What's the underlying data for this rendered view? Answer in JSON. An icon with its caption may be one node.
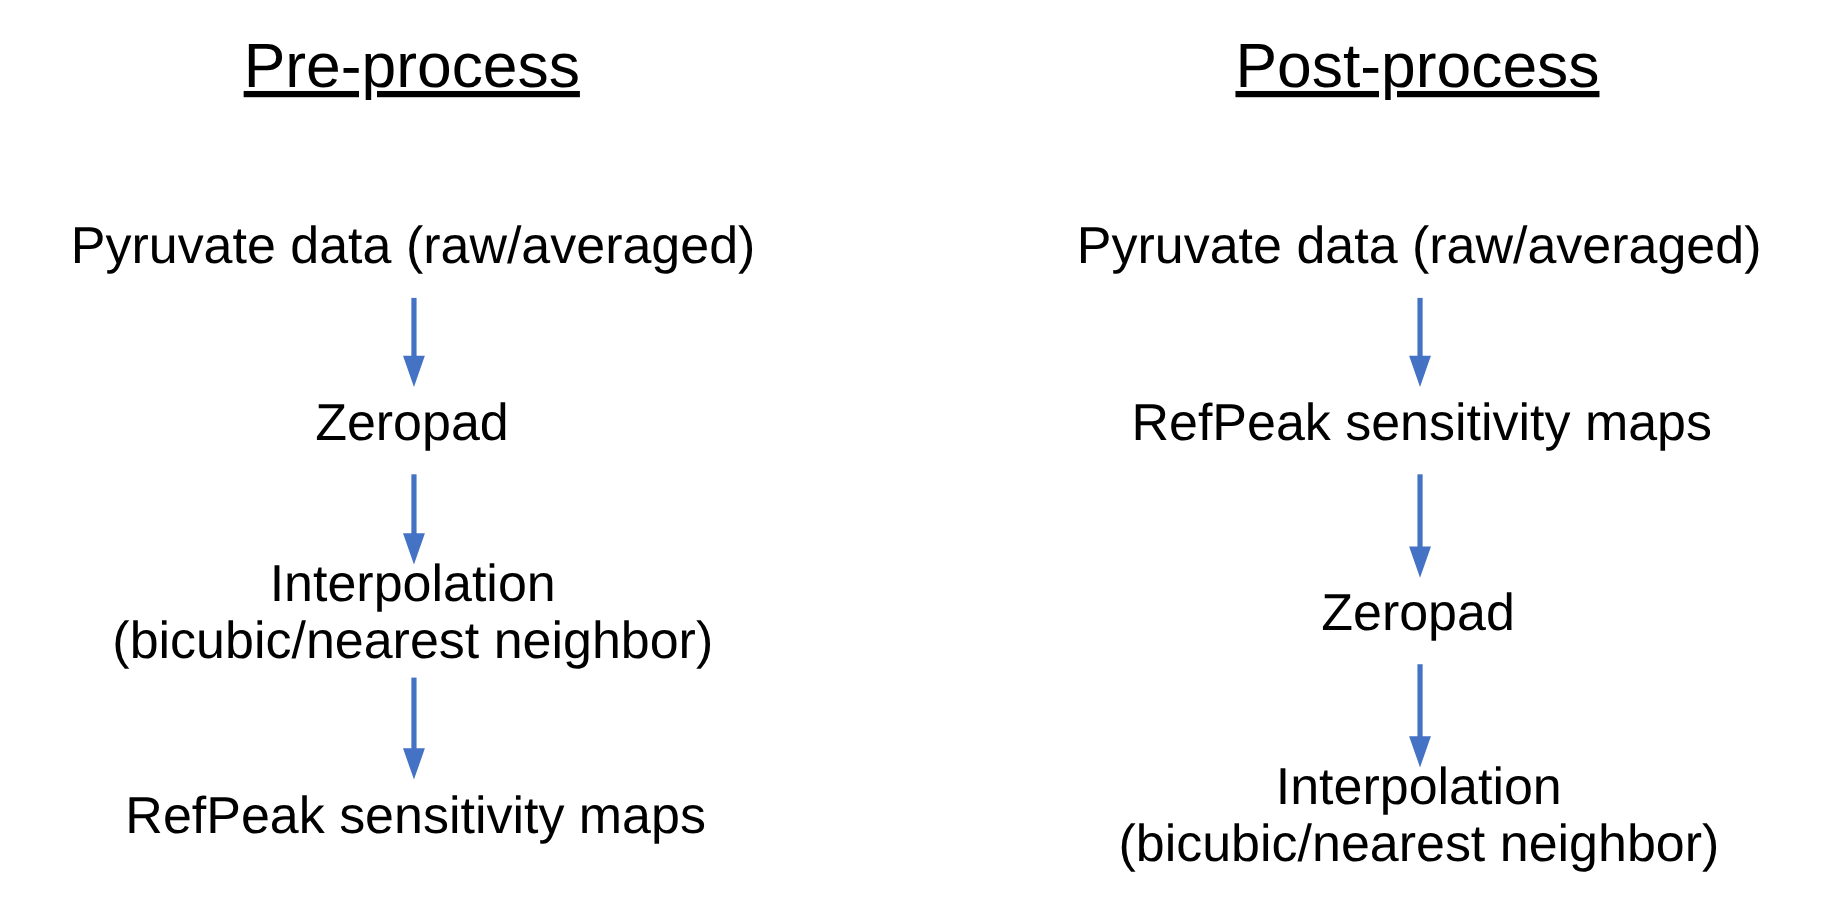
{
  "diagram": {
    "nodes": [
      {
        "text": [
          "Pyruvate data (raw/averaged)"
        ]
      },
      {
        "text": [
          "Zeropad"
        ]
      },
      {
        "text": [
          "Interpolation (bicubic/nearest neighbor)"
        ]
      },
      {
        "text": [
          "RefPeak sensitivity maps"
        ]
      },
      {
        "text": [
          "Pyruvate data (raw/averaged)"
        ]
      },
      {
        "text": [
          "RefPeak sensitivity maps"
        ]
      },
      {
        "text": [
          "Zeropad"
        ]
      },
      {
        "text": [
          "Interpolation (bicubic/nearest neighbor)"
        ]
      }
    ],
    "edges": [
      {
        "from": 0,
        "to": 1,
        "arrow": "to"
      },
      {
        "from": 1,
        "to": 2,
        "arrow": "to"
      },
      {
        "from": 2,
        "to": 3,
        "arrow": "to"
      },
      {
        "from": 4,
        "to": 5,
        "arrow": "to"
      },
      {
        "from": 5,
        "to": 6,
        "arrow": "to"
      },
      {
        "from": 6,
        "to": 7,
        "arrow": "to"
      }
    ],
    "labels": [
      "Pre-process",
      "Post-process"
    ]
  }
}
